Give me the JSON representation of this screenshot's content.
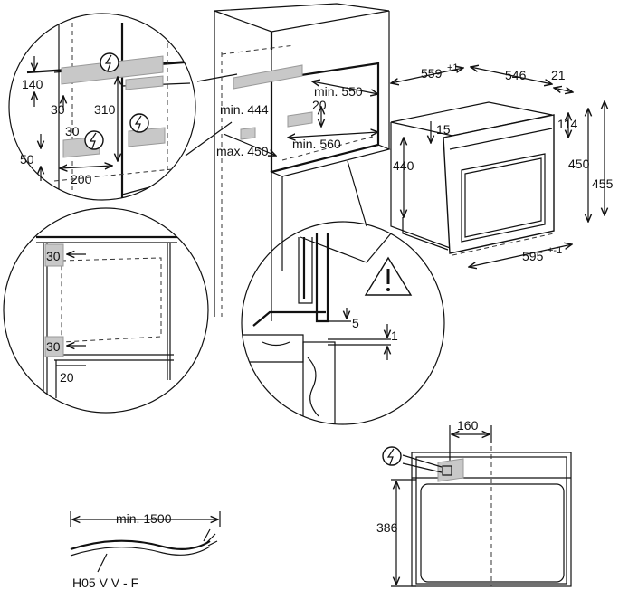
{
  "detail_top_left": {
    "d140": "140",
    "d30a": "30",
    "d310": "310",
    "d30b": "30",
    "d50": "50",
    "d200": "200"
  },
  "cabinet": {
    "min444": "min. 444",
    "max450": "max. 450",
    "min550": "min. 550",
    "d20": "20",
    "min560": "min. 560"
  },
  "oven": {
    "d559": "559",
    "d559_tol": "+1",
    "d546": "546",
    "d21": "21",
    "d114": "114",
    "d15": "15",
    "d440": "440",
    "d450": "450",
    "d455": "455",
    "d595": "595",
    "d595_tol": "+-1"
  },
  "detail_mid_left": {
    "d30a": "30",
    "d30b": "30",
    "d20": "20"
  },
  "detail_circle": {
    "d5": "5",
    "d1": "1"
  },
  "cable": {
    "min1500": "min. 1500",
    "type": "H05 V V - F"
  },
  "back_view": {
    "d160": "160",
    "d386": "386"
  },
  "icons": [
    "electric-hazard-icon",
    "warning-triangle-icon"
  ]
}
